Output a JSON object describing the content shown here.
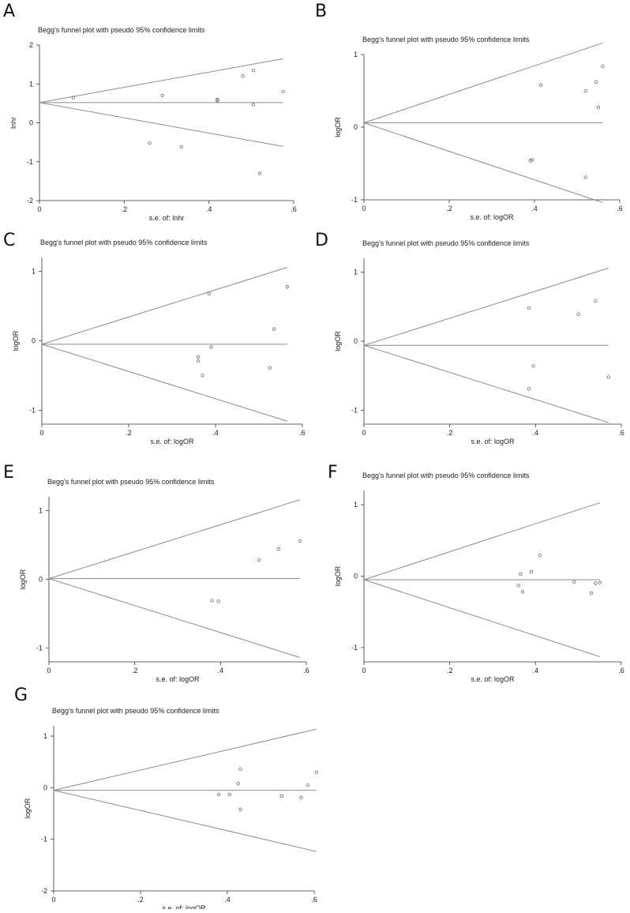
{
  "chart_data": [
    {
      "panel": "A",
      "type": "scatter",
      "title": "Begg's funnel plot with pseudo 95% confidence limits",
      "xlabel": "s.e. of: lnhr",
      "ylabel": "lnhr",
      "xlim": [
        0,
        0.6
      ],
      "ylim": [
        -2,
        2
      ],
      "xticks": [
        0,
        0.2,
        0.4,
        0.6
      ],
      "xtick_labels": [
        "0",
        ".2",
        ".4",
        ".6"
      ],
      "yticks": [
        -2,
        -1,
        0,
        1,
        2
      ],
      "ytick_labels": [
        "-2",
        "-1",
        "0",
        "1",
        "2"
      ],
      "pooled": 0.52,
      "se_max": 0.575,
      "points": [
        {
          "x": 0.08,
          "y": 0.65
        },
        {
          "x": 0.29,
          "y": 0.7
        },
        {
          "x": 0.42,
          "y": 0.6
        },
        {
          "x": 0.42,
          "y": 0.57
        },
        {
          "x": 0.48,
          "y": 1.2
        },
        {
          "x": 0.505,
          "y": 1.35
        },
        {
          "x": 0.505,
          "y": 0.47
        },
        {
          "x": 0.575,
          "y": 0.8
        },
        {
          "x": 0.26,
          "y": -0.52
        },
        {
          "x": 0.335,
          "y": -0.62
        },
        {
          "x": 0.52,
          "y": -1.3
        }
      ]
    },
    {
      "panel": "B",
      "type": "scatter",
      "title": "Begg's funnel plot with pseudo 95% confidence limits",
      "xlabel": "s.e. of: logOR",
      "ylabel": "logOR",
      "xlim": [
        0,
        0.6
      ],
      "ylim": [
        -1,
        1
      ],
      "xticks": [
        0,
        0.2,
        0.4,
        0.6
      ],
      "xtick_labels": [
        "0",
        ".2",
        ".4",
        ".6"
      ],
      "yticks": [
        -1,
        0,
        1
      ],
      "ytick_labels": [
        "-1",
        "0",
        "1"
      ],
      "pooled": 0.06,
      "se_max": 0.56,
      "points": [
        {
          "x": 0.415,
          "y": 0.58
        },
        {
          "x": 0.52,
          "y": 0.5
        },
        {
          "x": 0.545,
          "y": 0.62
        },
        {
          "x": 0.56,
          "y": 0.84
        },
        {
          "x": 0.55,
          "y": 0.27
        },
        {
          "x": 0.39,
          "y": -0.46
        },
        {
          "x": 0.395,
          "y": -0.45
        },
        {
          "x": 0.52,
          "y": -0.69
        }
      ]
    },
    {
      "panel": "C",
      "type": "scatter",
      "title": "Begg's funnel plot with pseudo 95% confidence limits",
      "xlabel": "s.e. of: logOR",
      "ylabel": "logOR",
      "xlim": [
        0,
        0.6
      ],
      "ylim": [
        -1.2,
        1.2
      ],
      "xticks": [
        0,
        0.2,
        0.4,
        0.6
      ],
      "xtick_labels": [
        "0",
        ".2",
        ".4",
        ".6"
      ],
      "yticks": [
        -1,
        0,
        1
      ],
      "ytick_labels": [
        "-1",
        "0",
        "1"
      ],
      "pooled": -0.05,
      "se_max": 0.565,
      "points": [
        {
          "x": 0.385,
          "y": 0.68
        },
        {
          "x": 0.565,
          "y": 0.78
        },
        {
          "x": 0.535,
          "y": 0.17
        },
        {
          "x": 0.39,
          "y": -0.09
        },
        {
          "x": 0.36,
          "y": -0.23
        },
        {
          "x": 0.36,
          "y": -0.29
        },
        {
          "x": 0.37,
          "y": -0.5
        },
        {
          "x": 0.525,
          "y": -0.39
        }
      ]
    },
    {
      "panel": "D",
      "type": "scatter",
      "title": "Begg's funnel plot with pseudo 95% confidence limits",
      "xlabel": "s.e. of: logOR",
      "ylabel": "logOR",
      "xlim": [
        0,
        0.6
      ],
      "ylim": [
        -1.2,
        1.2
      ],
      "xticks": [
        0,
        0.2,
        0.4,
        0.6
      ],
      "xtick_labels": [
        "0",
        ".2",
        ".4",
        ".6"
      ],
      "yticks": [
        -1,
        0,
        1
      ],
      "ytick_labels": [
        "-1",
        "0",
        "1"
      ],
      "pooled": -0.06,
      "se_max": 0.57,
      "points": [
        {
          "x": 0.385,
          "y": 0.48
        },
        {
          "x": 0.5,
          "y": 0.39
        },
        {
          "x": 0.54,
          "y": 0.58
        },
        {
          "x": 0.395,
          "y": -0.36
        },
        {
          "x": 0.385,
          "y": -0.69
        },
        {
          "x": 0.57,
          "y": -0.52
        }
      ]
    },
    {
      "panel": "E",
      "type": "scatter",
      "title": "Begg's funnel plot with pseudo 95% confidence limits",
      "xlabel": "s.e. of: logOR",
      "ylabel": "logOR",
      "xlim": [
        0,
        0.6
      ],
      "ylim": [
        -1.2,
        1.2
      ],
      "xticks": [
        0,
        0.2,
        0.4,
        0.6
      ],
      "xtick_labels": [
        "0",
        ".2",
        ".4",
        ".6"
      ],
      "yticks": [
        -1,
        0,
        1
      ],
      "ytick_labels": [
        "-1",
        "0",
        "1"
      ],
      "pooled": 0.01,
      "se_max": 0.585,
      "points": [
        {
          "x": 0.49,
          "y": 0.28
        },
        {
          "x": 0.535,
          "y": 0.44
        },
        {
          "x": 0.585,
          "y": 0.56
        },
        {
          "x": 0.38,
          "y": -0.31
        },
        {
          "x": 0.395,
          "y": -0.32
        }
      ]
    },
    {
      "panel": "F",
      "type": "scatter",
      "title": "Begg's funnel plot with pseudo 95% confidence limits",
      "xlabel": "s.e. of: logOR",
      "ylabel": "logOR",
      "xlim": [
        0,
        0.6
      ],
      "ylim": [
        -1.2,
        1.2
      ],
      "xticks": [
        0,
        0.2,
        0.4,
        0.6
      ],
      "xtick_labels": [
        "0",
        ".2",
        ".4",
        ".6"
      ],
      "yticks": [
        -1,
        0,
        1
      ],
      "ytick_labels": [
        "-1",
        "0",
        "1"
      ],
      "pooled": -0.05,
      "se_max": 0.55,
      "points": [
        {
          "x": 0.41,
          "y": 0.29
        },
        {
          "x": 0.39,
          "y": 0.06
        },
        {
          "x": 0.365,
          "y": 0.03
        },
        {
          "x": 0.36,
          "y": -0.13
        },
        {
          "x": 0.37,
          "y": -0.22
        },
        {
          "x": 0.49,
          "y": -0.08
        },
        {
          "x": 0.53,
          "y": -0.24
        },
        {
          "x": 0.54,
          "y": -0.1
        },
        {
          "x": 0.55,
          "y": -0.09
        }
      ]
    },
    {
      "panel": "G",
      "type": "scatter",
      "title": "Begg's funnel plot with pseudo 95% confidence limits",
      "xlabel": "s.e. of: logOR",
      "ylabel": "logOR",
      "xlim": [
        0,
        0.6
      ],
      "ylim": [
        -2,
        1.2
      ],
      "xticks": [
        0,
        0.2,
        0.4,
        0.6
      ],
      "xtick_labels": [
        "0",
        ".2",
        ".4",
        ".6"
      ],
      "yticks": [
        -2,
        -1,
        0,
        1
      ],
      "ytick_labels": [
        "-2",
        "-1",
        "0",
        "1"
      ],
      "pooled": -0.05,
      "se_max": 0.605,
      "points": [
        {
          "x": 0.43,
          "y": 0.36
        },
        {
          "x": 0.425,
          "y": 0.08
        },
        {
          "x": 0.38,
          "y": -0.13
        },
        {
          "x": 0.405,
          "y": -0.13
        },
        {
          "x": 0.43,
          "y": -0.42
        },
        {
          "x": 0.525,
          "y": -0.16
        },
        {
          "x": 0.57,
          "y": -0.19
        },
        {
          "x": 0.585,
          "y": 0.05
        },
        {
          "x": 0.605,
          "y": 0.3
        }
      ]
    }
  ]
}
